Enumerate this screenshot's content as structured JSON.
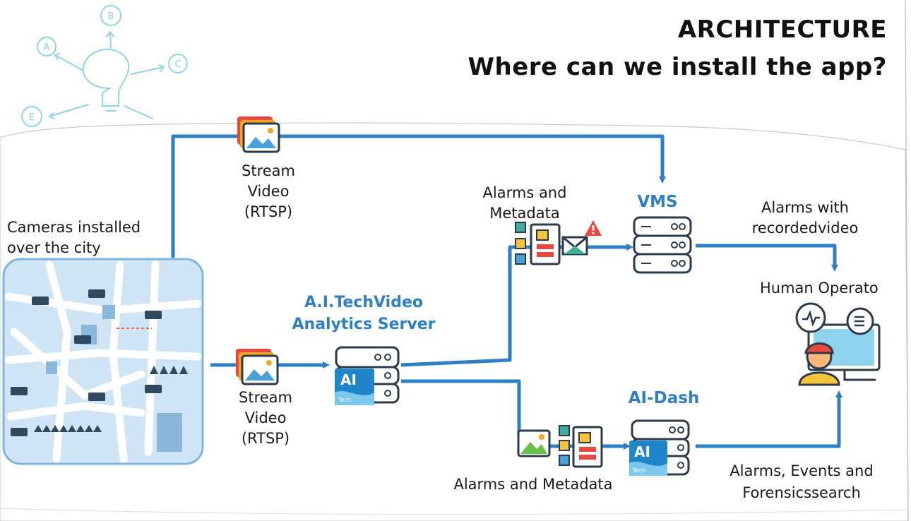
{
  "header": {
    "title": "ARCHITECTURE",
    "subtitle": "Where can we install the app?"
  },
  "sketch": {
    "letters": [
      "A",
      "B",
      "C",
      "E"
    ]
  },
  "labels": {
    "stream_top": "Stream\nVideo\n(RTSP)",
    "stream_bottom": "Stream\nVideo\n(RTSP)",
    "cameras": "Cameras installed\nover the city",
    "alarms_metadata_top": "Alarms and\nMetadata",
    "vms": "VMS",
    "alarms_recorded": "Alarms with\nrecordedvideo",
    "human_operator": "Human Operato",
    "server_name": "A.I.TechVideo\nAnalytics Server",
    "ai_dash": "AI-Dash",
    "alarms_metadata_bottom": "Alarms and Metadata",
    "alarms_events": "Alarms, Events and\nForensicssearch"
  },
  "badges": {
    "ai_logo": "AI",
    "tech_logo": "Tech"
  },
  "colors": {
    "flow": "#2f7fc6",
    "sketch": "#8fd3ee",
    "label_accent": "#2f7fc6"
  }
}
